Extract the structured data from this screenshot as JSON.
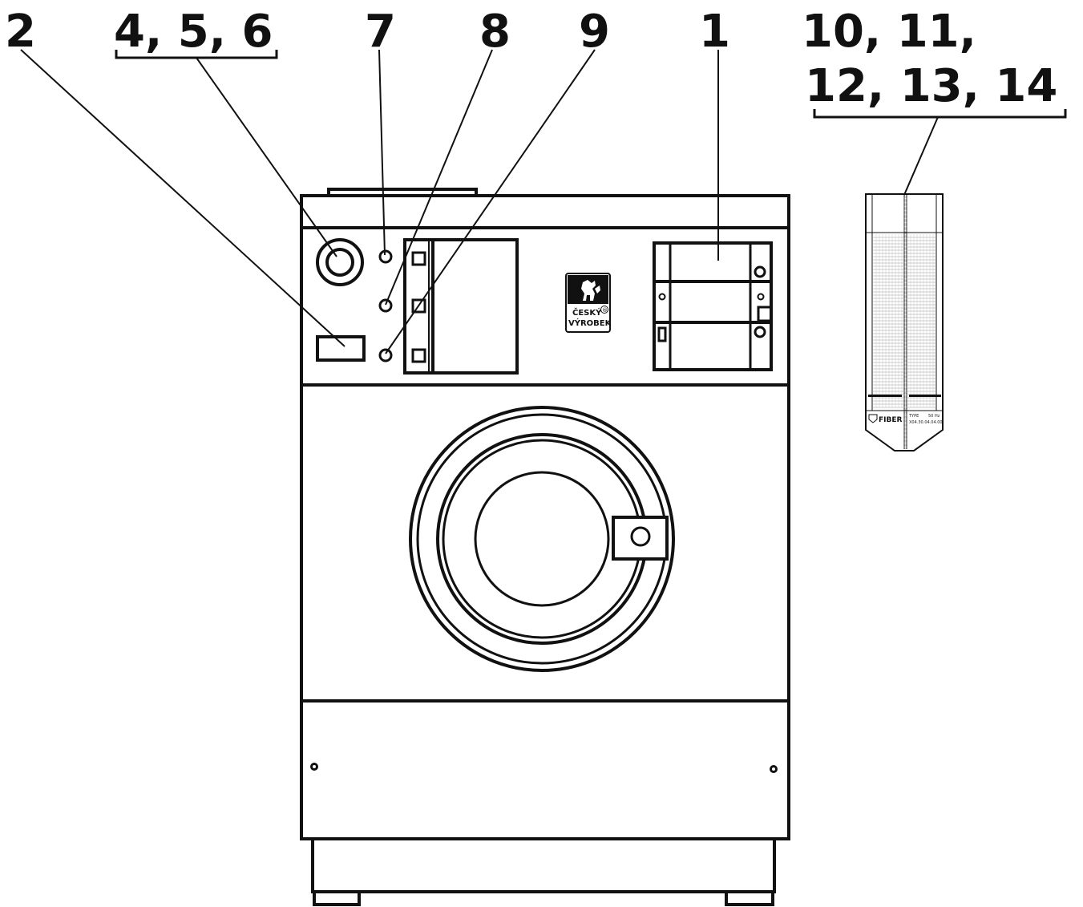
{
  "callouts": {
    "c2": "2",
    "c456": "4, 5, 6",
    "c7": "7",
    "c8": "8",
    "c9": "9",
    "c1": "1",
    "c10_11": "10, 11,",
    "c12_14": "12, 13, 14"
  },
  "badge": {
    "line1": "ČESKÝ",
    "line2": "VÝROBEK",
    "mark": "®"
  },
  "program_card": {
    "brand": "FIBER",
    "type_label": "TYPE",
    "type_value": "50 Hz",
    "code": "X04.30.04.04.00"
  },
  "colors": {
    "ink": "#111111",
    "paper": "#ffffff"
  },
  "icons": {
    "badge": "lion-logo-icon",
    "card_logo": "fiber-shield-icon"
  }
}
